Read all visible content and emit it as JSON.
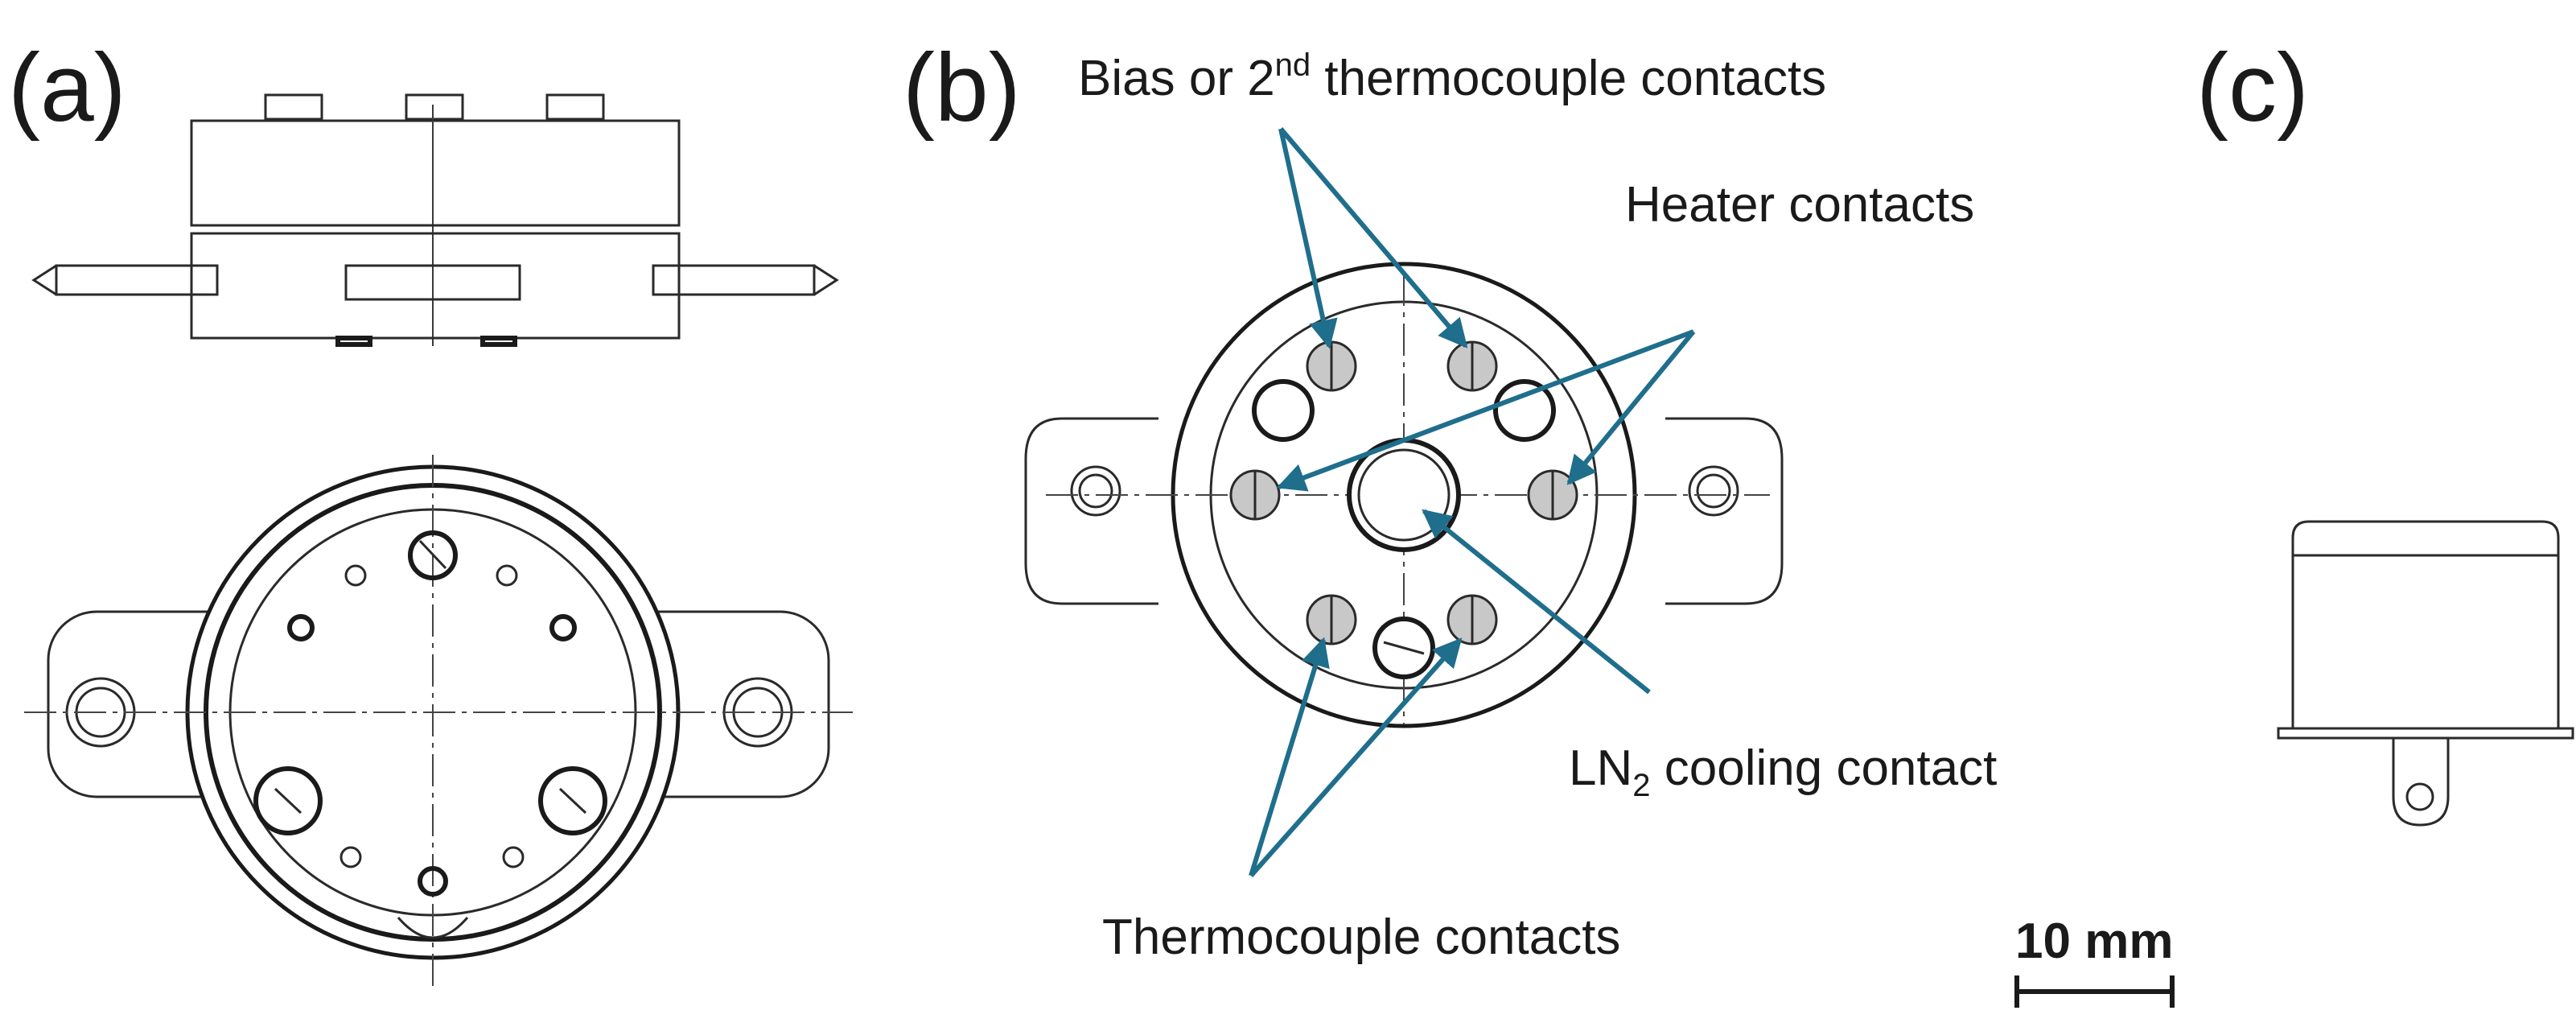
{
  "panels": {
    "a": "(a)",
    "b": "(b)",
    "c": "(c)"
  },
  "labels": {
    "bias_prefix": "Bias or 2",
    "bias_sup": "nd",
    "bias_suffix": " thermocouple  contacts",
    "heater": "Heater contacts",
    "ln2_prefix": "LN",
    "ln2_sub": "2",
    "ln2_suffix": " cooling  contact",
    "thermocouple": "Thermocouple  contacts"
  },
  "scale_bar": {
    "label": "10 mm"
  },
  "colors": {
    "arrow": "#1f6e8c",
    "drawing": "#2a2a2a"
  }
}
